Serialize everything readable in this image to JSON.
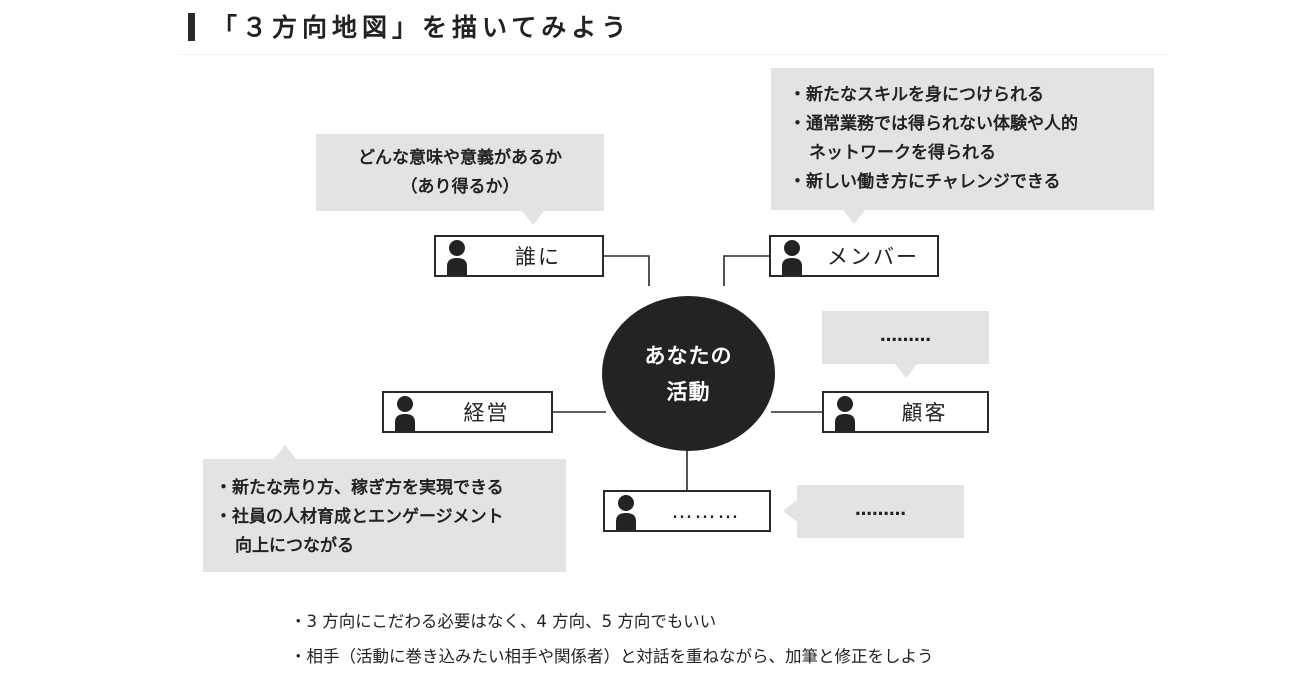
{
  "title": "「３方向地図」を描いてみよう",
  "hub": {
    "line1": "あなたの",
    "line2": "活動"
  },
  "nodes": [
    {
      "id": "dare-ni",
      "label": "誰に",
      "icon": "person-icon"
    },
    {
      "id": "member",
      "label": "メンバー",
      "icon": "person-icon"
    },
    {
      "id": "keiei",
      "label": "経営",
      "icon": "person-icon"
    },
    {
      "id": "kokyaku",
      "label": "顧客",
      "icon": "person-icon"
    },
    {
      "id": "other",
      "label": "………",
      "icon": "person-icon"
    }
  ],
  "bubbles": {
    "dare_ni": {
      "lines": [
        "どんな意味や意義があるか",
        "（あり得るか）"
      ]
    },
    "member": {
      "lines": [
        "・新たなスキルを身につけられる",
        "・通常業務では得られない体験や人的",
        "ネットワークを得られる",
        "・新しい働き方にチャレンジできる"
      ]
    },
    "kokyaku": {
      "lines": [
        "………"
      ]
    },
    "keiei": {
      "lines": [
        "・新たな売り方、稼ぎ方を実現できる",
        "・社員の人材育成とエンゲージメント",
        "向上につながる"
      ]
    },
    "other": {
      "lines": [
        "………"
      ]
    }
  },
  "footer_notes": [
    "・3 方向にこだわる必要はなく、4 方向、5 方向でもいい",
    "・相手（活動に巻き込みたい相手や関係者）と対話を重ねながら、加筆と修正をしよう"
  ],
  "colors": {
    "bubble": "#e3e3e3",
    "hub": "#232323",
    "ink": "#2a2a2a"
  }
}
